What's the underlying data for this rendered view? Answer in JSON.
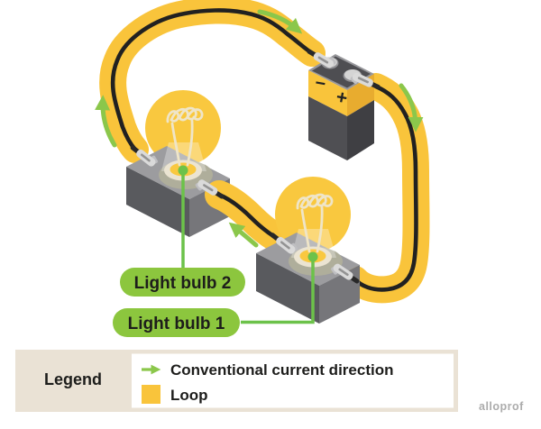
{
  "diagram": {
    "battery": {
      "minus_label": "−",
      "plus_label": "+"
    },
    "callouts": [
      {
        "label": "Light bulb 2"
      },
      {
        "label": "Light bulb 1"
      }
    ]
  },
  "legend": {
    "title": "Legend",
    "items": [
      {
        "icon": "current-direction-arrow",
        "label": "Conventional current direction"
      },
      {
        "icon": "loop-swatch",
        "label": "Loop"
      }
    ]
  },
  "watermark": "alloprof",
  "colors": {
    "loop_yellow": "#F9C43B",
    "arrow_green": "#8BC74B",
    "callout_green": "#8CC63E",
    "pointer_green": "#6CC24A",
    "wire_black": "#212121"
  }
}
